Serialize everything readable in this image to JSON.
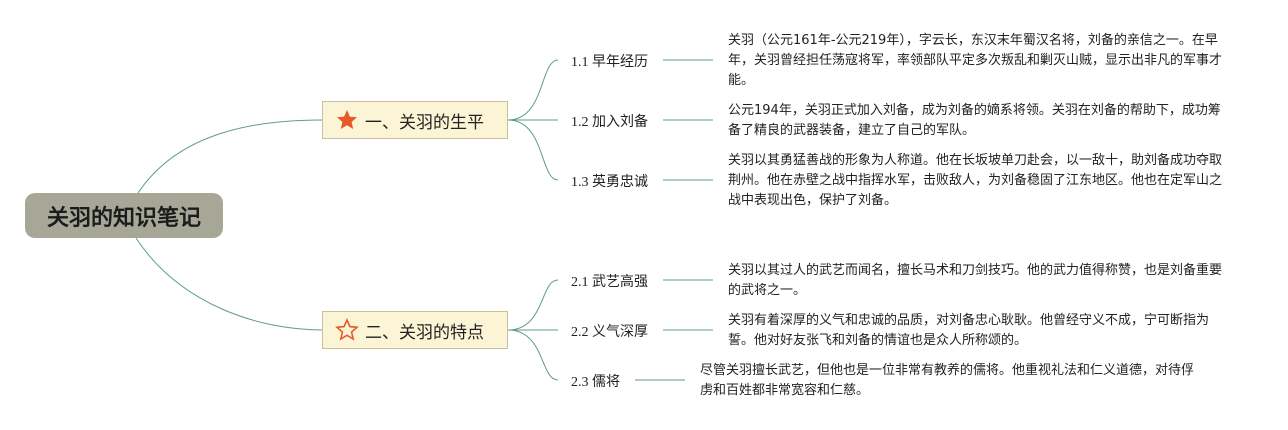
{
  "root": {
    "title": "关羽的知识笔记"
  },
  "colors": {
    "line": "#5e9e84",
    "root_bg": "#a7a798",
    "main_bg": "#fbf5d6",
    "star": "#e55a2b"
  },
  "branches": [
    {
      "title": "一、关羽的生平",
      "icon": "star-filled-icon",
      "items": [
        {
          "label": "1.1 早年经历",
          "text": "关羽（公元161年-公元219年），字云长，东汉末年蜀汉名将，刘备的亲信之一。在早年，关羽曾经担任荡寇将军，率领部队平定多次叛乱和剿灭山贼，显示出非凡的军事才能。"
        },
        {
          "label": "1.2 加入刘备",
          "text": "公元194年，关羽正式加入刘备，成为刘备的嫡系将领。关羽在刘备的帮助下，成功筹备了精良的武器装备，建立了自己的军队。"
        },
        {
          "label": "1.3 英勇忠诚",
          "text": "关羽以其勇猛善战的形象为人称道。他在长坂坡单刀赴会，以一敌十，助刘备成功夺取荆州。他在赤壁之战中指挥水军，击败敌人，为刘备稳固了江东地区。他也在定军山之战中表现出色，保护了刘备。"
        }
      ]
    },
    {
      "title": "二、关羽的特点",
      "icon": "star-outline-icon",
      "items": [
        {
          "label": "2.1 武艺高强",
          "text": "关羽以其过人的武艺而闻名，擅长马术和刀剑技巧。他的武力值得称赞，也是刘备重要的武将之一。"
        },
        {
          "label": "2.2 义气深厚",
          "text": "关羽有着深厚的义气和忠诚的品质，对刘备忠心耿耿。他曾经守义不成，宁可断指为誓。他对好友张飞和刘备的情谊也是众人所称颂的。"
        },
        {
          "label": "2.3 儒将",
          "text": "尽管关羽擅长武艺，但他也是一位非常有教养的儒将。他重视礼法和仁义道德，对待俘虏和百姓都非常宽容和仁慈。"
        }
      ]
    }
  ]
}
